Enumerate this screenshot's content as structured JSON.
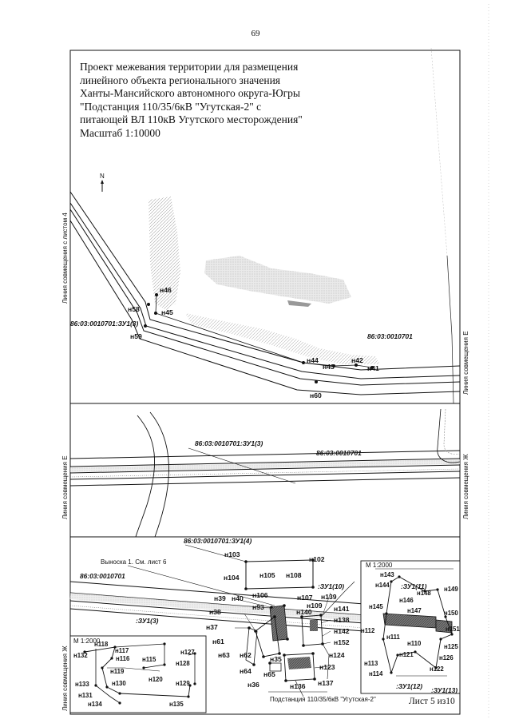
{
  "page_number": "69",
  "title_lines": [
    "Проект межевания территории для размещения",
    "линейного объекта регионального значения",
    "Ханты-Мансийского автономного округа-Югры",
    "\"Подстанция 110/35/6кВ \"Угутская-2\" с",
    "питающей ВЛ 110кВ Угутского месторождения\"",
    "Масштаб 1:10000"
  ],
  "sheet_label": "Лист 5 из10",
  "north_arrow_letter": "N",
  "alignment_lines": {
    "left_top": "Линия совмещения с листом 4",
    "right_top": "Линия совмещения Е",
    "left_middle": "Линия совмещения Е",
    "right_middle": "Линия совмещения Ж",
    "left_bottom": "Линия совмещения Ж"
  },
  "cadastral": {
    "zu1_3_top": "86:03:0010701:ЗУ1(3)",
    "quarter_top": "86:03:0010701",
    "zu1_3_mid": "86:03:0010701:ЗУ1(3)",
    "quarter_mid": "86:03:0010701",
    "zu1_4": "86:03:0010701:ЗУ1(4)",
    "quarter_bottom": "86:03:0010701",
    "zu1_3_short": ":ЗУ1(3)",
    "zu1_10": ":ЗУ1(10)",
    "zu1_11": ":ЗУ1(11)",
    "zu1_12": ":ЗУ1(12)",
    "zu1_13": ":ЗУ1(13)"
  },
  "callouts": {
    "inset1": "Выноска 1. См. лист 6",
    "scale_inset_left": "М 1:2000",
    "scale_inset_right": "М 1:2000",
    "substation": "Подстанция 110/35/6кВ \"Угутская-2\""
  },
  "points_top": {
    "n46": "н46",
    "n45": "н45",
    "n58": "н58",
    "n59": "н59",
    "n44": "н44",
    "n43": "н43",
    "n42": "н42",
    "n41": "н41",
    "n60": "н60"
  },
  "points_bottom": {
    "n103": "н103",
    "n102": "н102",
    "n104": "н104",
    "n105": "н105",
    "n108": "н108",
    "n106": "н106",
    "n107": "н107",
    "n109": "н109",
    "n39": "н39",
    "n40": "н40",
    "n93": "н93",
    "n139": "н139",
    "n38": "н38",
    "n140": "н140",
    "n141": "н141",
    "n138": "н138",
    "n37": "н37",
    "n142": "н142",
    "n61": "н61",
    "n152": "н152",
    "n63": "н63",
    "n62": "н62",
    "n35": "н35",
    "n124": "н124",
    "n64": "н64",
    "n123": "н123",
    "n65": "н65",
    "n36": "н36",
    "n136": "н136",
    "n137": "н137"
  },
  "points_inset_left": {
    "n118": "н118",
    "n117": "н117",
    "n132": "н132",
    "n116": "н116",
    "n115": "н115",
    "n127": "н127",
    "n128": "н128",
    "n119": "н119",
    "n133": "н133",
    "n130": "н130",
    "n120": "н120",
    "n129": "н129",
    "n131": "н131",
    "n134": "н134",
    "n135": "н135"
  },
  "points_inset_right": {
    "n143": "н143",
    "n144": "н144",
    "n148": "н148",
    "n149": "н149",
    "n146": "н146",
    "n145": "н145",
    "n147": "н147",
    "n150": "н150",
    "n151": "н151",
    "n112": "н112",
    "n111": "н111",
    "n110": "н110",
    "n125": "н125",
    "n121": "н121",
    "n126": "н126",
    "n113": "н113",
    "n122": "н122",
    "n114": "н114"
  }
}
